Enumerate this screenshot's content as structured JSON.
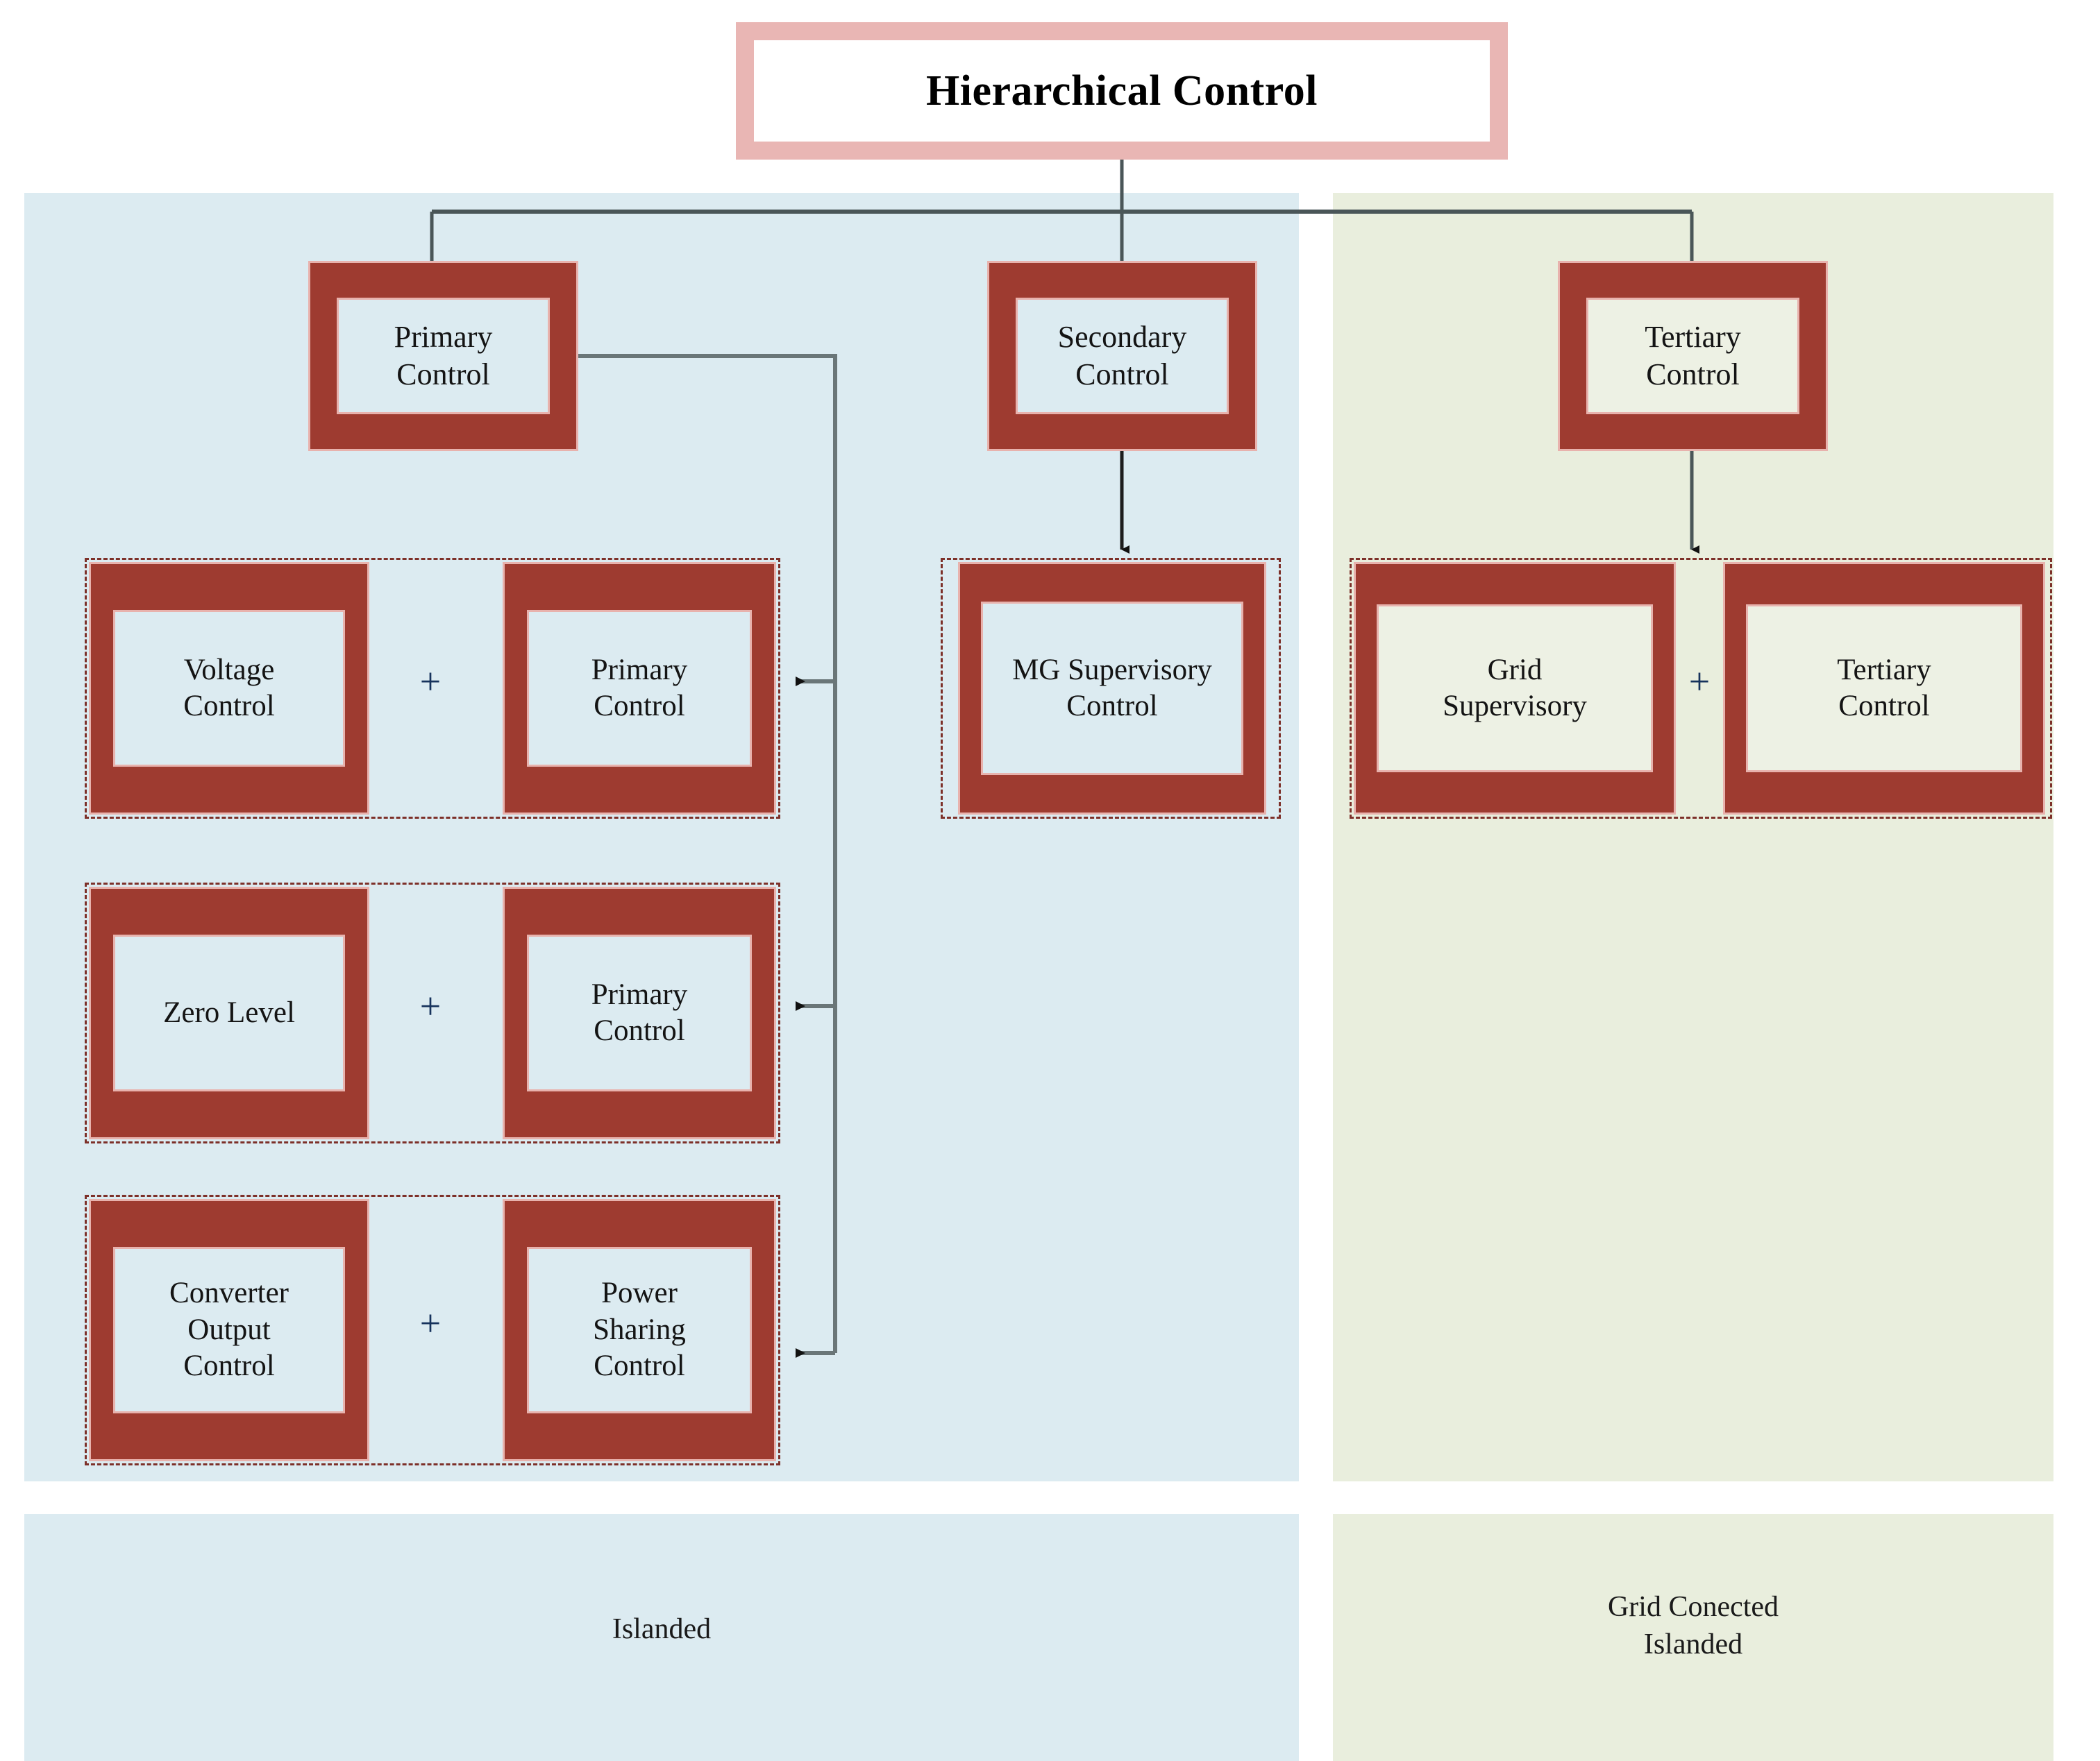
{
  "title": {
    "text": "Hierarchical Control"
  },
  "panels": {
    "islanded": {
      "footer_label": "Islanded",
      "bg_color": "#dcebf1"
    },
    "grid": {
      "footer_label": "Grid Conected\nIslanded",
      "bg_color": "#e9eedd"
    }
  },
  "colors": {
    "box_border": "#9e3b30",
    "box_border_outline": "#e8b2ad",
    "title_frame": "#e9b6b4",
    "dashed_border": "#7d3029",
    "wire": "#4a5658",
    "arrow": "#111111",
    "plus": "#16325c"
  },
  "tier1": {
    "primary": "Primary\nControl",
    "secondary": "Secondary\nControl",
    "tertiary": "Tertiary\nControl"
  },
  "islanded_groups": [
    {
      "left": "Voltage\nControl",
      "op": "+",
      "right": "Primary\nControl"
    },
    {
      "left": "Zero Level",
      "op": "+",
      "right": "Primary\nControl"
    },
    {
      "left": "Converter\nOutput\nControl",
      "op": "+",
      "right": "Power\nSharing\nControl"
    }
  ],
  "secondary_group": {
    "box": "MG Supervisory\nControl"
  },
  "grid_group": {
    "left": "Grid\nSupervisory",
    "op": "+",
    "right": "Tertiary\nControl"
  }
}
